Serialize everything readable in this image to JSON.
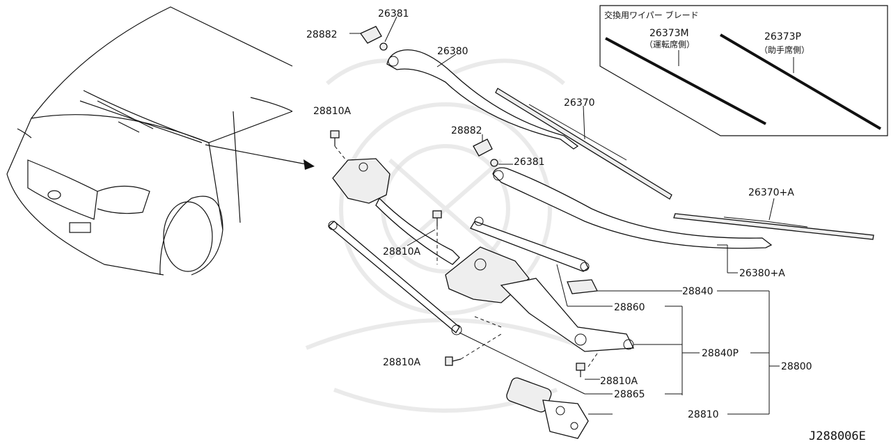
{
  "inset": {
    "title": "交換用ワイパー ブレード",
    "driver_blade": {
      "part": "26373M",
      "side": "（運転席側）"
    },
    "passenger_blade": {
      "part": "26373P",
      "side": "（助手席側）"
    }
  },
  "parts": {
    "p28882_top": "28882",
    "p26381_top": "26381",
    "p26380": "26380",
    "p26370": "26370",
    "p28810a_1": "28810A",
    "p28882_mid": "28882",
    "p26381_mid": "26381",
    "p26370a": "26370+A",
    "p28810a_2": "28810A",
    "p26380a": "26380+A",
    "p28840": "28840",
    "p28860": "28860",
    "p28840p": "28840P",
    "p28800": "28800",
    "p28810a_3": "28810A",
    "p28810a_4": "28810A",
    "p28865": "28865",
    "p28810": "28810"
  },
  "diagram_code": "J288006E"
}
